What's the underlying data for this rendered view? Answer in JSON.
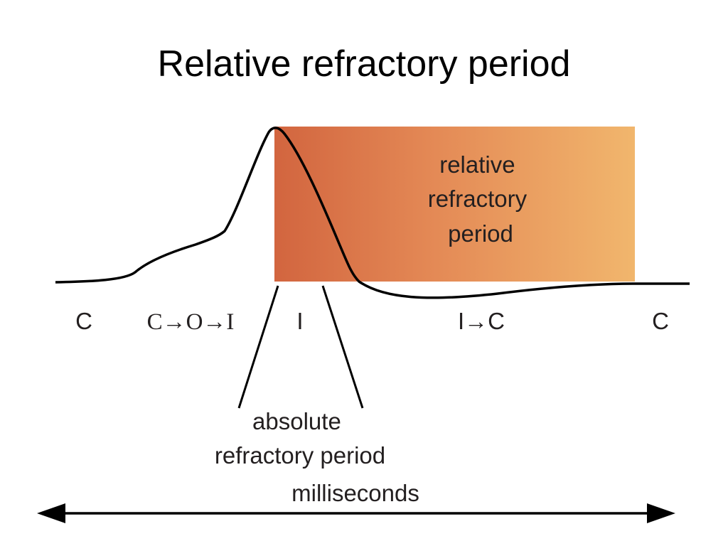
{
  "title": "Relative refractory period",
  "colors": {
    "relative_gradient_start": "#d2653f",
    "relative_gradient_mid": "#e48a56",
    "relative_gradient_end": "#f1b66d",
    "curve": "#000000"
  },
  "relative_label": [
    "relative",
    "refractory",
    "period"
  ],
  "state_labels": {
    "c_left": "C",
    "c_o_i": "C→O→I",
    "i": "I",
    "i_c": "I→C",
    "c_right": "C"
  },
  "absolute_label": [
    "absolute",
    "refractory period"
  ],
  "time_axis_label": "milliseconds"
}
